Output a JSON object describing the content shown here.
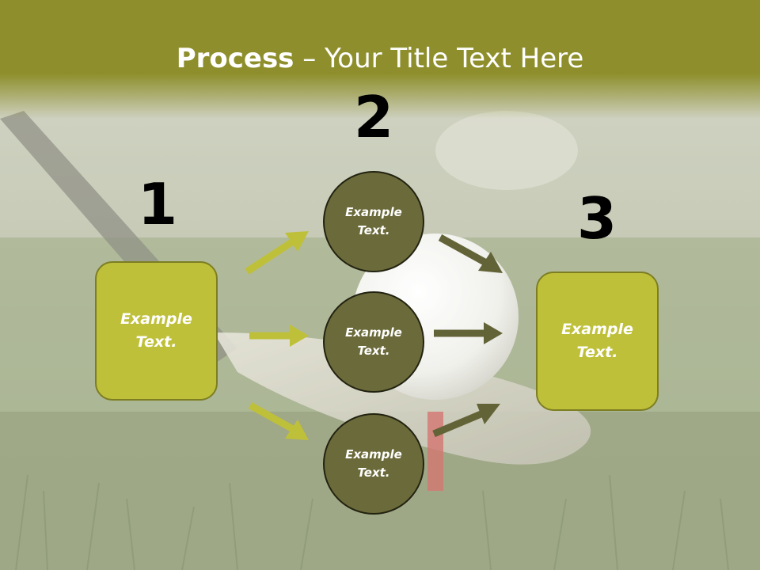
{
  "title": {
    "bold": "Process",
    "rest": " – Your Title Text Here"
  },
  "steps": [
    {
      "number": "1",
      "text": "Example Text."
    },
    {
      "number": "2"
    },
    {
      "number": "3",
      "text": "Example Text."
    }
  ],
  "circles": [
    {
      "text": "Example Text."
    },
    {
      "text": "Example Text."
    },
    {
      "text": "Example Text."
    }
  ],
  "colors": {
    "title_bar": "#8e8f2c",
    "box_fill": "#bfc03a",
    "circle_fill": "#6b6a3a",
    "arrow_light": "#bfc03a",
    "arrow_dark": "#636338"
  }
}
